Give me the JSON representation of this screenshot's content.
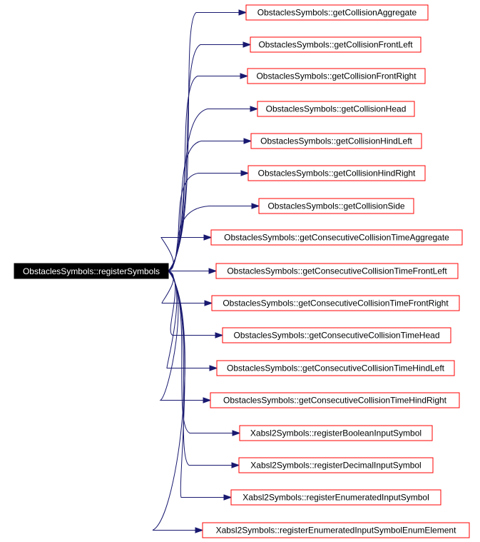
{
  "graph": {
    "root": {
      "label": "ObstaclesSymbols::registerSymbols"
    },
    "callees": [
      {
        "label": "ObstaclesSymbols::getCollisionAggregate"
      },
      {
        "label": "ObstaclesSymbols::getCollisionFrontLeft"
      },
      {
        "label": "ObstaclesSymbols::getCollisionFrontRight"
      },
      {
        "label": "ObstaclesSymbols::getCollisionHead"
      },
      {
        "label": "ObstaclesSymbols::getCollisionHindLeft"
      },
      {
        "label": "ObstaclesSymbols::getCollisionHindRight"
      },
      {
        "label": "ObstaclesSymbols::getCollisionSide"
      },
      {
        "label": "ObstaclesSymbols::getConsecutiveCollisionTimeAggregate"
      },
      {
        "label": "ObstaclesSymbols::getConsecutiveCollisionTimeFrontLeft"
      },
      {
        "label": "ObstaclesSymbols::getConsecutiveCollisionTimeFrontRight"
      },
      {
        "label": "ObstaclesSymbols::getConsecutiveCollisionTimeHead"
      },
      {
        "label": "ObstaclesSymbols::getConsecutiveCollisionTimeHindLeft"
      },
      {
        "label": "ObstaclesSymbols::getConsecutiveCollisionTimeHindRight"
      },
      {
        "label": "Xabsl2Symbols::registerBooleanInputSymbol"
      },
      {
        "label": "Xabsl2Symbols::registerDecimalInputSymbol"
      },
      {
        "label": "Xabsl2Symbols::registerEnumeratedInputSymbol"
      },
      {
        "label": "Xabsl2Symbols::registerEnumeratedInputSymbolEnumElement"
      }
    ],
    "colors": {
      "edge": "#191970",
      "node_border": "#ff0000",
      "root_fill": "#000000",
      "root_text": "#ffffff"
    }
  }
}
